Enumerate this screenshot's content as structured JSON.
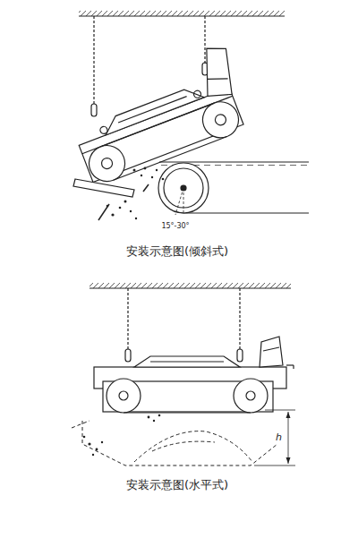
{
  "diagram": {
    "labels": [
      "15°-30°",
      "安装示意图(倾斜式)",
      "h",
      "安装示意图(水平式)"
    ]
  }
}
